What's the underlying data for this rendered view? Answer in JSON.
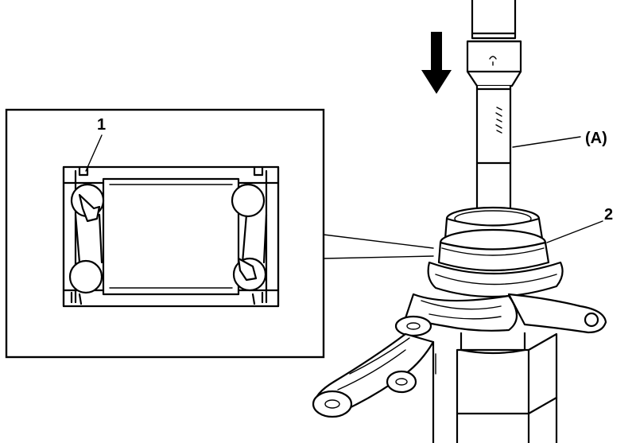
{
  "labels": {
    "cage": "1",
    "bearing": "2",
    "tool": "(A)"
  },
  "colors": {
    "ink": "#000000",
    "paper": "#ffffff"
  }
}
